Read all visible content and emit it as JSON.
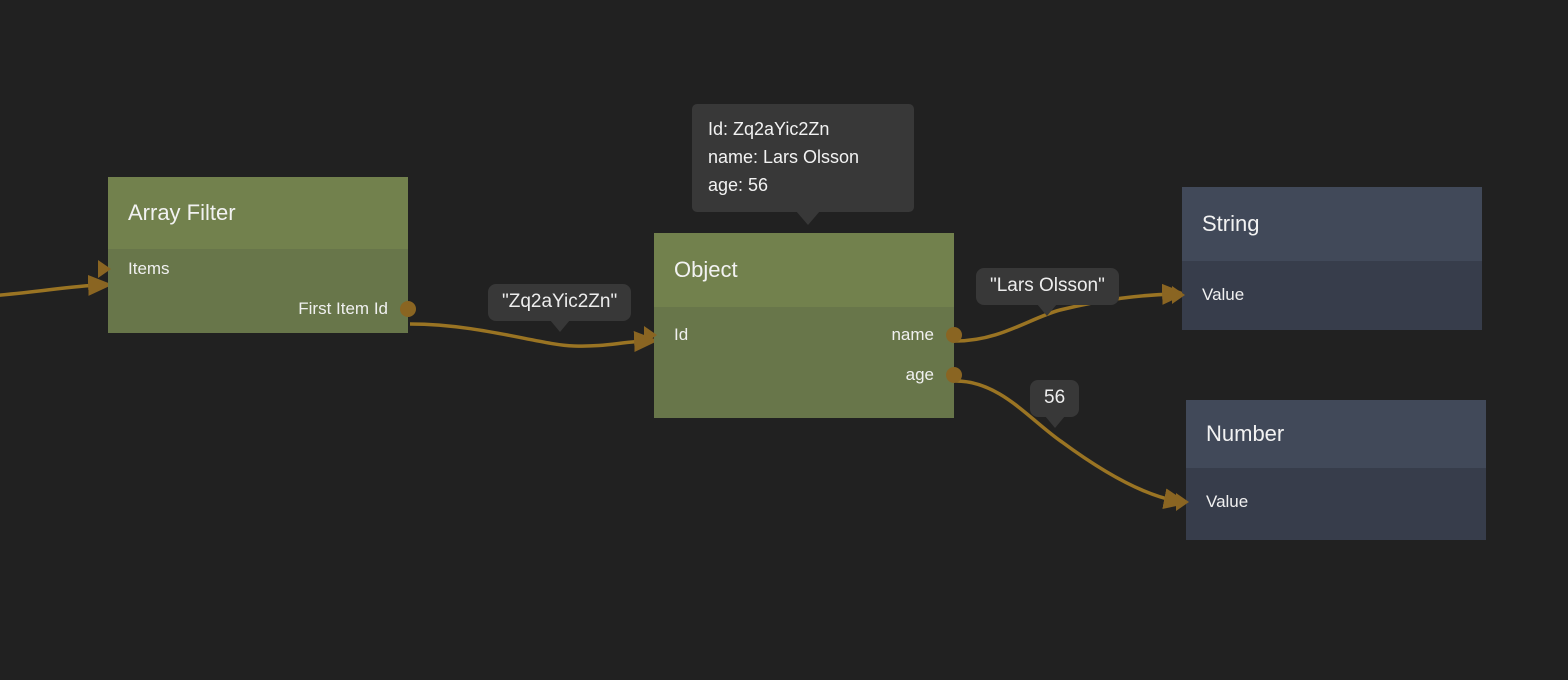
{
  "canvas": {
    "background": "#212121",
    "edge_color": "#9a7423",
    "port_color": "#8a6522"
  },
  "nodes": [
    {
      "id": "array-filter",
      "title": "Array Filter",
      "kind": "green",
      "inputs": [
        "Items"
      ],
      "outputs": [
        "First Item Id"
      ]
    },
    {
      "id": "object",
      "title": "Object",
      "kind": "green",
      "inputs": [
        "Id"
      ],
      "outputs": [
        "name",
        "age"
      ]
    },
    {
      "id": "string",
      "title": "String",
      "kind": "slate",
      "inputs": [
        "Value"
      ],
      "outputs": []
    },
    {
      "id": "number",
      "title": "Number",
      "kind": "slate",
      "inputs": [
        "Value"
      ],
      "outputs": []
    }
  ],
  "tooltip": {
    "lines": [
      "Id: Zq2aYic2Zn",
      "name: Lars Olsson",
      "age: 56"
    ]
  },
  "edge_labels": [
    {
      "id": "label-id",
      "text": "\"Zq2aYic2Zn\""
    },
    {
      "id": "label-name",
      "text": "\"Lars Olsson\""
    },
    {
      "id": "label-age",
      "text": "56"
    }
  ]
}
